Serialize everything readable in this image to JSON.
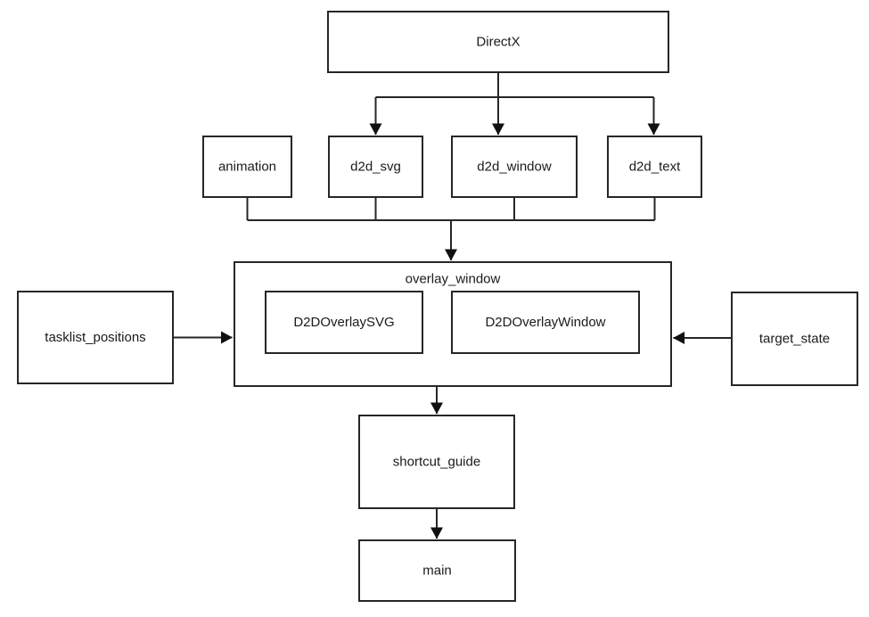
{
  "diagram": {
    "type": "module-dependency-flowchart",
    "background_color": "#ffffff",
    "line_color": "#262626",
    "arrow_color": "#111111",
    "box_fill": "#ffffff",
    "text_color": "#1a1a1a",
    "nodes": {
      "directx": {
        "label": "DirectX"
      },
      "animation": {
        "label": "animation"
      },
      "d2d_svg": {
        "label": "d2d_svg"
      },
      "d2d_window": {
        "label": "d2d_window"
      },
      "d2d_text": {
        "label": "d2d_text"
      },
      "overlay_window": {
        "label": "overlay_window"
      },
      "d2d_overlay_svg": {
        "label": "D2DOverlaySVG"
      },
      "d2d_overlay_window": {
        "label": "D2DOverlayWindow"
      },
      "tasklist_positions": {
        "label": "tasklist_positions"
      },
      "target_state": {
        "label": "target_state"
      },
      "shortcut_guide": {
        "label": "shortcut_guide"
      },
      "main": {
        "label": "main"
      }
    },
    "edges": [
      {
        "from": "DirectX",
        "to": "d2d_svg"
      },
      {
        "from": "DirectX",
        "to": "d2d_window"
      },
      {
        "from": "DirectX",
        "to": "d2d_text"
      },
      {
        "from": "animation",
        "to": "overlay_window"
      },
      {
        "from": "d2d_svg",
        "to": "overlay_window"
      },
      {
        "from": "d2d_window",
        "to": "overlay_window"
      },
      {
        "from": "d2d_text",
        "to": "overlay_window"
      },
      {
        "from": "tasklist_positions",
        "to": "overlay_window"
      },
      {
        "from": "target_state",
        "to": "overlay_window"
      },
      {
        "from": "overlay_window",
        "to": "shortcut_guide"
      },
      {
        "from": "shortcut_guide",
        "to": "main"
      }
    ]
  }
}
